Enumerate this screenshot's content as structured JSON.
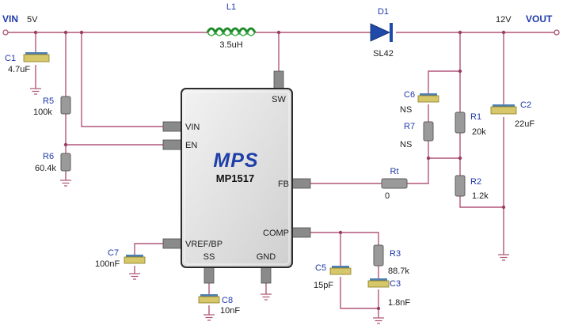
{
  "nets": {
    "vin": "VIN",
    "vin_voltage": "5V",
    "vout": "VOUT",
    "vout_voltage": "12V"
  },
  "chip": {
    "logo": "MPS",
    "part": "MP1517"
  },
  "pins": {
    "sw": "SW",
    "vin": "VIN",
    "en": "EN",
    "fb": "FB",
    "vref_bp": "VREF/BP",
    "ss": "SS",
    "comp": "COMP",
    "gnd": "GND"
  },
  "components": {
    "l1": {
      "ref": "L1",
      "value": "3.5uH"
    },
    "d1": {
      "ref": "D1",
      "value": "SL42"
    },
    "c1": {
      "ref": "C1",
      "value": "4.7uF"
    },
    "r5": {
      "ref": "R5",
      "value": "100k"
    },
    "r6": {
      "ref": "R6",
      "value": "60.4k"
    },
    "c6": {
      "ref": "C6",
      "value": "NS"
    },
    "r7": {
      "ref": "R7",
      "value": "NS"
    },
    "r1": {
      "ref": "R1",
      "value": "20k"
    },
    "r2": {
      "ref": "R2",
      "value": "1.2k"
    },
    "c2": {
      "ref": "C2",
      "value": "22uF"
    },
    "rt": {
      "ref": "Rt",
      "value": "0"
    },
    "c7": {
      "ref": "C7",
      "value": "100nF"
    },
    "c8": {
      "ref": "C8",
      "value": "10nF"
    },
    "c5": {
      "ref": "C5",
      "value": "15pF"
    },
    "r3": {
      "ref": "R3",
      "value": "88.7k"
    },
    "c3": {
      "ref": "C3",
      "value": "1.8nF"
    }
  },
  "colors": {
    "wire": "#b0577a",
    "label": "#1f39a8",
    "inductor": "#1f8a2a",
    "diode": "#1f4aa8",
    "logo": "#1f3fa8"
  }
}
